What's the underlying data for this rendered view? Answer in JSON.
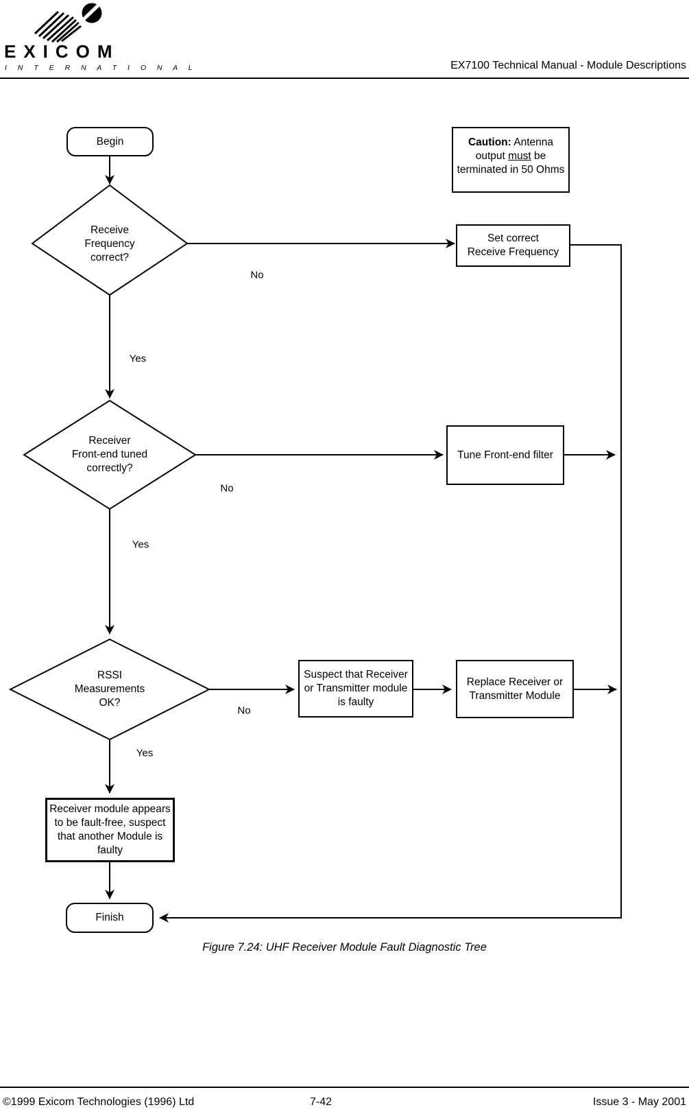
{
  "header": {
    "brand": "EXICOM",
    "brand_sub": "I N T E R N A T I O N A L",
    "doc_title": "EX7100 Technical Manual - Module Descriptions"
  },
  "flowchart": {
    "begin_label": "Begin",
    "finish_label": "Finish",
    "caution": {
      "title": "Caution:",
      "line1_rest": " Antenna",
      "line2_pre": "output ",
      "line2_underlined": "must",
      "line2_post": " be",
      "line3": "terminated in 50 Ohms"
    },
    "decision1": "Receive\nFrequency\ncorrect?",
    "decision2": "Receiver\nFront-end tuned\ncorrectly?",
    "decision3": "RSSI\nMeasurements\nOK?",
    "process_set_freq": "Set correct\nReceive Frequency",
    "process_tune": "Tune Front-end filter",
    "process_suspect": "Suspect that Receiver\nor Transmitter module\nis faulty",
    "process_replace": "Replace Receiver or\nTransmitter Module",
    "process_fault_free": "Receiver module appears\nto be fault-free, suspect\nthat another Module is\nfaulty",
    "label_yes": "Yes",
    "label_no": "No"
  },
  "caption": "Figure 7.24: UHF Receiver Module Fault Diagnostic Tree",
  "footer": {
    "copyright": "©1999 Exicom Technologies (1996) Ltd",
    "page_number": "7-42",
    "issue": "Issue 3 - May 2001"
  },
  "colors": {
    "ink": "#000000",
    "paper": "#ffffff"
  }
}
